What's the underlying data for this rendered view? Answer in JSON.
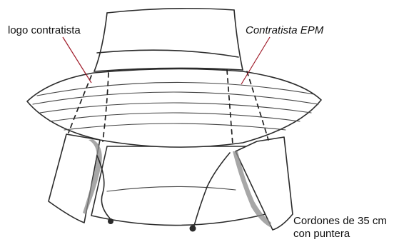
{
  "labels": {
    "logo": "logo contratista",
    "epm": "Contratista EPM",
    "cords_line1": "Cordones de 35 cm",
    "cords_line2": "con puntera"
  },
  "colors": {
    "leader_line": "#a01c2a",
    "sketch_stroke": "#2b2b2b",
    "text": "#111111"
  }
}
